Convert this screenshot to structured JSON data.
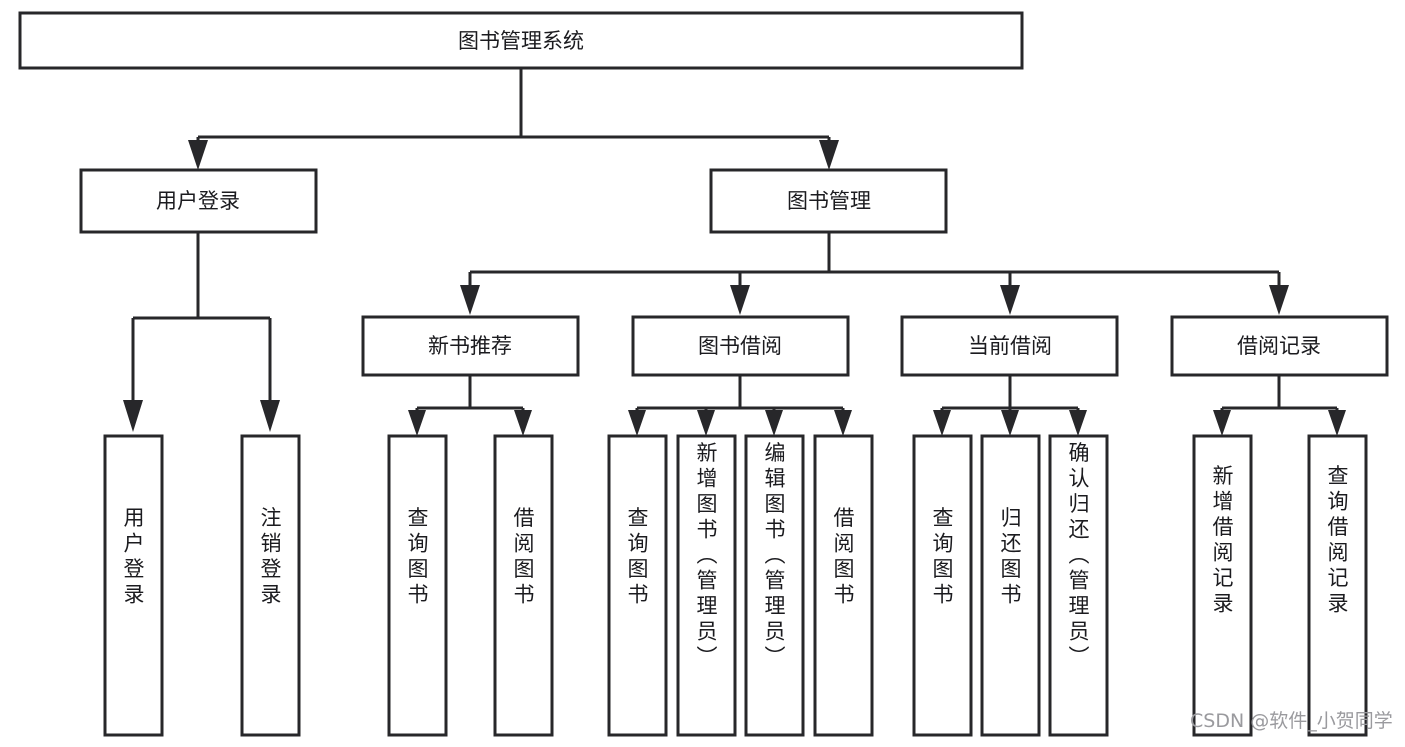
{
  "diagram": {
    "title": "图书管理系统",
    "type": "tree-hierarchy-diagram",
    "root": {
      "id": "root",
      "label": "图书管理系统"
    },
    "level2": [
      {
        "id": "user-login",
        "label": "用户登录"
      },
      {
        "id": "book-manage",
        "label": "图书管理"
      }
    ],
    "level3": [
      {
        "id": "new-book-recommend",
        "label": "新书推荐",
        "parent": "book-manage"
      },
      {
        "id": "book-borrow",
        "label": "图书借阅",
        "parent": "book-manage"
      },
      {
        "id": "current-borrow",
        "label": "当前借阅",
        "parent": "book-manage"
      },
      {
        "id": "borrow-record",
        "label": "借阅记录",
        "parent": "book-manage"
      }
    ],
    "leaves": {
      "user-login": [
        {
          "id": "leaf-user-login",
          "label": "用户登录"
        },
        {
          "id": "leaf-user-logout",
          "label": "注销登录"
        }
      ],
      "new-book-recommend": [
        {
          "id": "leaf-query-book-1",
          "label": "查询图书"
        },
        {
          "id": "leaf-borrow-book-1",
          "label": "借阅图书"
        }
      ],
      "book-borrow": [
        {
          "id": "leaf-query-book-2",
          "label": "查询图书"
        },
        {
          "id": "leaf-add-book",
          "label": "新增图书（管理员）"
        },
        {
          "id": "leaf-edit-book",
          "label": "编辑图书（管理员）"
        },
        {
          "id": "leaf-borrow-book-2",
          "label": "借阅图书"
        }
      ],
      "current-borrow": [
        {
          "id": "leaf-query-book-3",
          "label": "查询图书"
        },
        {
          "id": "leaf-return-book",
          "label": "归还图书"
        },
        {
          "id": "leaf-confirm-return",
          "label": "确认归还（管理员）"
        }
      ],
      "borrow-record": [
        {
          "id": "leaf-add-record",
          "label": "新增借阅记录"
        },
        {
          "id": "leaf-query-record",
          "label": "查询借阅记录"
        }
      ]
    }
  },
  "watermark": {
    "text": "CSDN @软件_小贺同学"
  },
  "colors": {
    "box_stroke": "#27272a",
    "box_fill": "#ffffff",
    "text": "#1b1b1f",
    "watermark": "#9a9a9e",
    "background": "#ffffff"
  }
}
